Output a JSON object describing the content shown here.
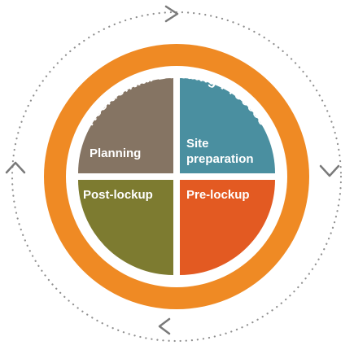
{
  "diagram": {
    "title": "Residential Building Process",
    "quadrants": [
      {
        "label_lines": [
          "Planning"
        ],
        "color": "#857463"
      },
      {
        "label_lines": [
          "Site",
          "preparation"
        ],
        "color": "#4a8fa0"
      },
      {
        "label_lines": [
          "Pre-lockup"
        ],
        "color": "#e35a22"
      },
      {
        "label_lines": [
          "Post-lockup"
        ],
        "color": "#7d7b30"
      }
    ],
    "colors": {
      "ring": "#ef8a24",
      "ring_inner_line": "#ffffff",
      "dotted_cycle": "#8f8f8f",
      "chevrons": "#7a7a7a",
      "background": "#ffffff"
    },
    "icons": [
      "chevron-right-icon",
      "chevron-down-icon",
      "chevron-left-icon",
      "chevron-up-icon"
    ]
  }
}
